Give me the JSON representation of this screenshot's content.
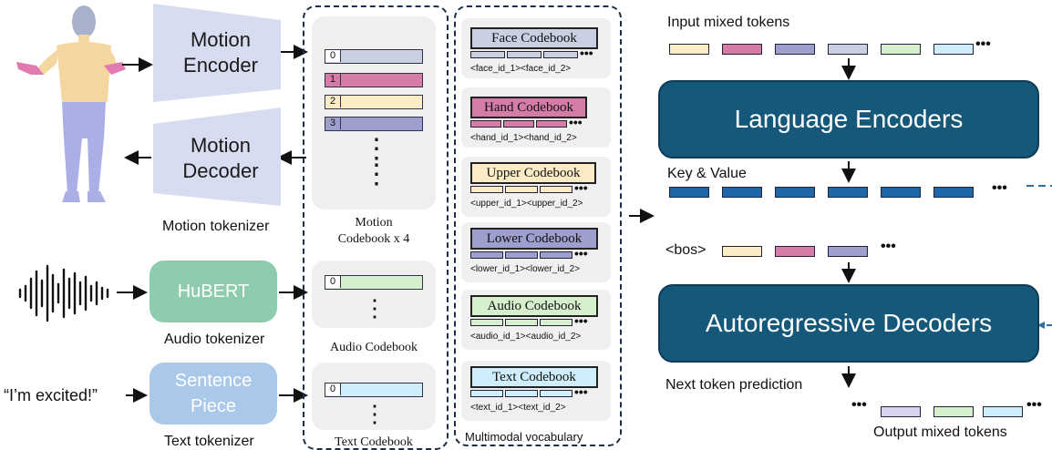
{
  "motion_encoder": "Motion\nEncoder",
  "motion_decoder": "Motion\nDecoder",
  "motion_tokenizer": "Motion tokenizer",
  "hubert": "HuBERT",
  "audio_tokenizer": "Audio tokenizer",
  "sentence_piece": "Sentence\nPiece",
  "text_tokenizer": "Text tokenizer",
  "quote": "“I’m excited!”",
  "motion_codebook_label": "Motion\nCodebook x 4",
  "audio_codebook_label": "Audio Codebook",
  "text_codebook_label": "Text Codebook",
  "motion_codebook_indices": [
    "0",
    "1",
    "2",
    "3"
  ],
  "audio_codebook_index": "0",
  "text_codebook_index": "0",
  "vertical_ellipsis": "⋮",
  "ellipsis": "•••",
  "vocab": {
    "caption": "Multimodal vocabulary",
    "face": {
      "name": "Face Codebook",
      "ids": "<face_id_1><face_id_2>"
    },
    "hand": {
      "name": "Hand Codebook",
      "ids": "<hand_id_1><hand_id_2>"
    },
    "upper": {
      "name": "Upper Codebook",
      "ids": "<upper_id_1><upper_id_2>"
    },
    "lower": {
      "name": "Lower Codebook",
      "ids": "<lower_id_1><lower_id_2>"
    },
    "audio": {
      "name": "Audio Codebook",
      "ids": "<audio_id_1><audio_id_2>"
    },
    "text": {
      "name": "Text Codebook",
      "ids": "<text_id_1><text_id_2>"
    }
  },
  "right": {
    "input_mixed_tokens": "Input mixed tokens",
    "language_encoders": "Language Encoders",
    "key_value": "Key & Value",
    "bos": "<bos>",
    "autoregressive_decoders": "Autoregressive Decoders",
    "next_token_prediction": "Next token prediction",
    "output_mixed_tokens": "Output mixed tokens"
  },
  "colors": {
    "face": "#c9d0e2",
    "hand": "#d57ba8",
    "upper": "#fbecc6",
    "lower": "#9f9fcf",
    "audio": "#d6efcc",
    "text": "#cdeefa",
    "encoder_box": "#16587a",
    "hubert_box": "#8fcbad",
    "sentencepiece_box": "#a9c8ea",
    "trapezoid": "#d8dcf0",
    "key_value_token": "#1e67a6"
  }
}
